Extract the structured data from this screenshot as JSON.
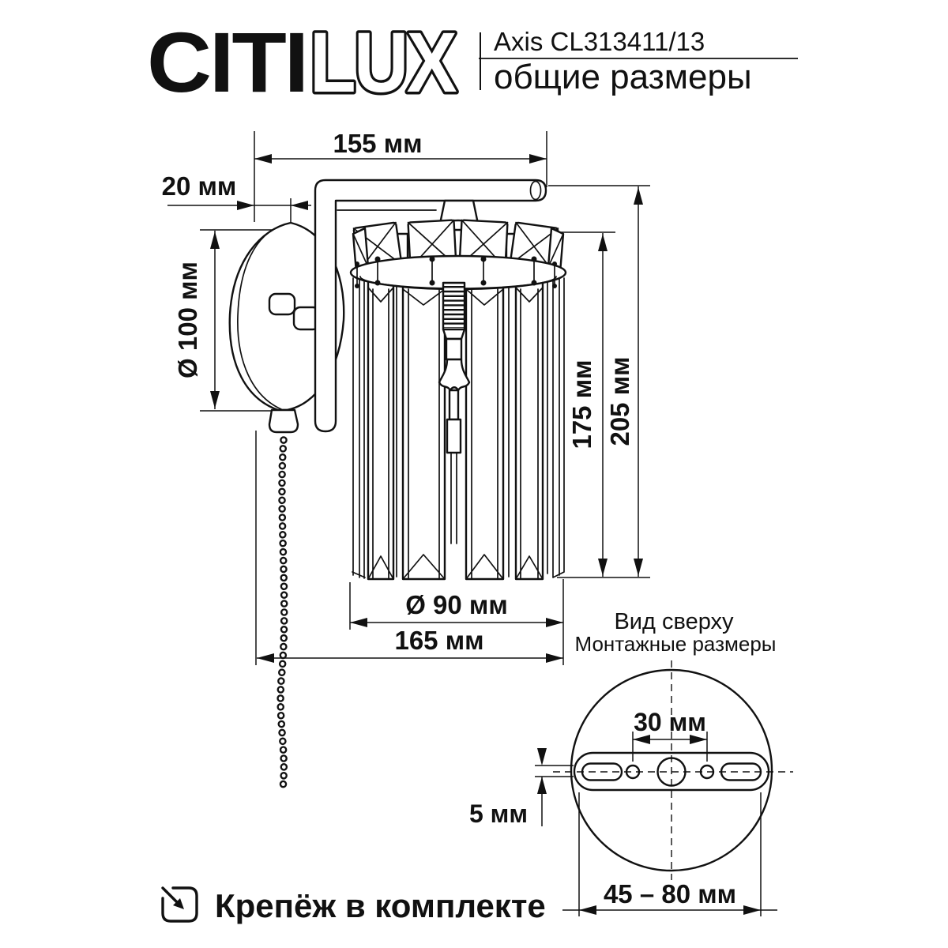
{
  "page": {
    "background": "#ffffff",
    "ink": "#111111"
  },
  "header": {
    "brand_citi": "CITI",
    "brand_lux": "LUX",
    "model": "Axis CL313411/13",
    "subtitle": "общие размеры"
  },
  "front_view": {
    "description": "wall-lamp-side-view-technical-drawing",
    "dims": {
      "arm_length": "155 мм",
      "wall_offset": "20 мм",
      "plate_diameter": "Ø 100 мм",
      "shade_height": "175 мм",
      "total_height": "205 мм",
      "shade_diameter": "Ø 90 мм",
      "total_depth": "165 мм"
    }
  },
  "top_view": {
    "title": "Вид сверху",
    "subtitle": "Монтажные размеры",
    "dims": {
      "hole_spacing": "30 мм",
      "bar_offset": "5 мм",
      "mount_span": "45 – 80 мм"
    }
  },
  "footer": {
    "icon": "arrow-into-box-icon",
    "note": "Крепёж в комплекте"
  }
}
